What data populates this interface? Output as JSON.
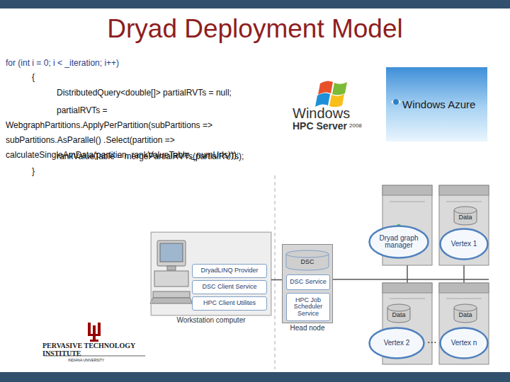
{
  "diagram": {
    "title": "Dryad Deployment Model",
    "nodes": [
      {
        "text": [
          "Workstation computer"
        ]
      },
      {
        "text": [
          "DryadLINQ Provider"
        ],
        "in": 0
      },
      {
        "text": [
          "DSC Client Service"
        ],
        "in": 0
      },
      {
        "text": [
          "HPC Client Utilites"
        ],
        "in": 0
      },
      {
        "text": [
          "Head node"
        ]
      },
      {
        "text": [
          "DSC"
        ],
        "in": 4
      },
      {
        "text": [
          "DSC Service"
        ],
        "in": 4
      },
      {
        "text": [
          "HPC Job Scheduler Service"
        ],
        "in": 4
      },
      {
        "text": [
          "Dryad graph manager"
        ]
      },
      {
        "text": [
          "Data"
        ]
      },
      {
        "text": [
          "Vertex 1"
        ]
      },
      {
        "text": [
          "Data"
        ]
      },
      {
        "text": [
          "Vertex 2"
        ]
      },
      {
        "text": [
          "Data"
        ]
      },
      {
        "text": [
          "Vertex n"
        ]
      }
    ],
    "edges": [
      {
        "from": 0,
        "to": 4,
        "arrow": "none"
      }
    ],
    "labels": [
      "for (int i = 0; i < _iteration; i++)",
      "{",
      "DistributedQuery<double[]> partialRVTs = null;",
      "partialRVTs = WebgraphPartitions.ApplyPerPartition(subPartitions => subPartitions.AsParallel() .Select(partition => calculateSingleAmData(partition, rankValueTable,_numUrls)));",
      "rankValueTable = mergePartialRVTs(partialRVTs);",
      "}",
      "Windows",
      "HPC Server",
      "2008",
      "Windows Azure",
      "...",
      "PERVASIVE TECHNOLOGY",
      "INSTITUTE",
      "INDIANA UNIVERSITY"
    ]
  }
}
